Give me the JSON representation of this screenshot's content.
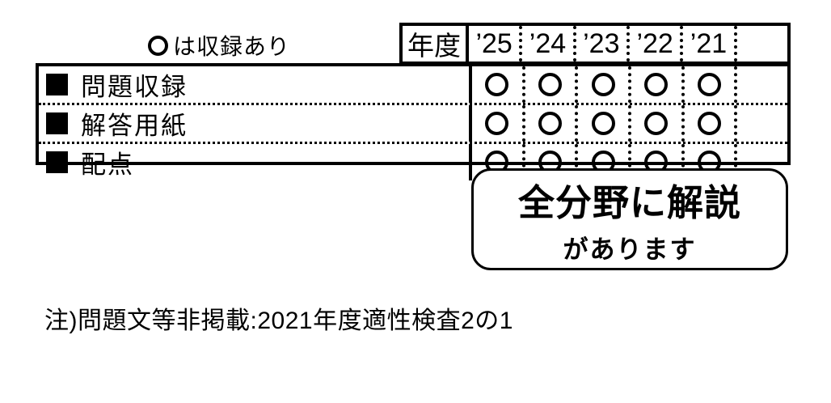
{
  "legend": {
    "symbol": "○",
    "text": "は収録あり"
  },
  "table": {
    "year_header": "年度",
    "years": [
      "’25",
      "’24",
      "’23",
      "’22",
      "’21"
    ],
    "bullet": "■",
    "mark": "○",
    "rows": [
      {
        "label": "問題収録",
        "marks": [
          true,
          true,
          true,
          true,
          true
        ]
      },
      {
        "label": "解答用紙",
        "marks": [
          true,
          true,
          true,
          true,
          true
        ]
      },
      {
        "label": "配点",
        "marks": [
          true,
          true,
          true,
          true,
          true
        ]
      }
    ]
  },
  "callout": {
    "line1": "全分野に解説",
    "line2": "があります"
  },
  "note": "注)問題文等非掲載:2021年度適性検査2の1",
  "colors": {
    "ink": "#000000",
    "background": "#ffffff"
  }
}
